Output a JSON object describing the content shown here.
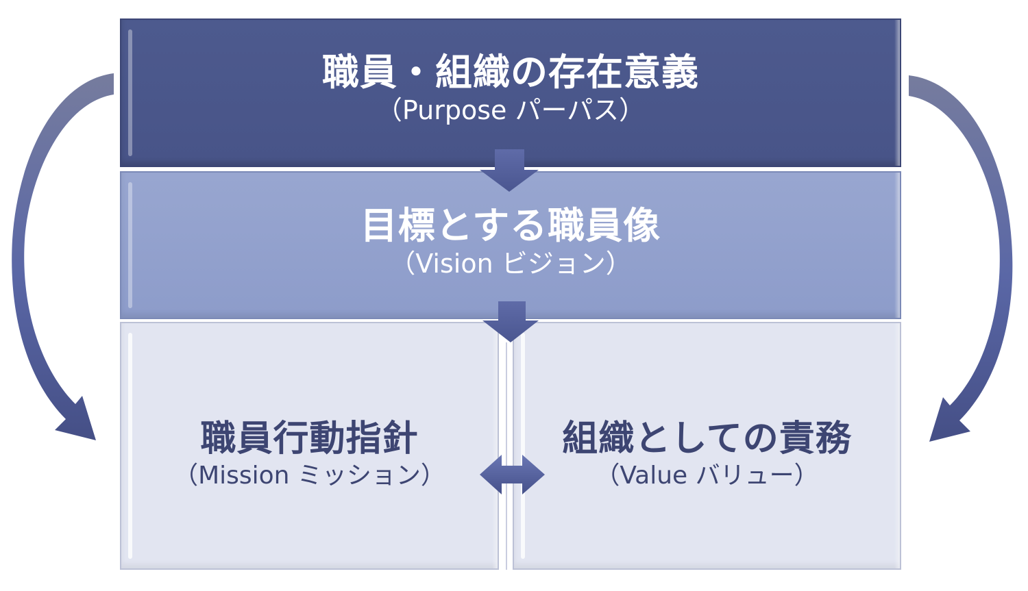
{
  "diagram": {
    "purpose": {
      "title": "職員・組織の存在意義",
      "subtitle": "（Purpose パーパス）"
    },
    "vision": {
      "title": "目標とする職員像",
      "subtitle": "（Vision ビジョン）"
    },
    "mission": {
      "title": "職員行動指針",
      "subtitle": "（Mission ミッション）"
    },
    "value": {
      "title": "組織としての責務",
      "subtitle": "（Value バリュー）"
    },
    "colors": {
      "purpose_bg": "#4b5789",
      "vision_bg": "#93a1cd",
      "lower_bg": "#e2e5f1",
      "arrow": "#4e5a92",
      "lower_text": "#3d4572"
    },
    "connections": [
      {
        "from": "purpose",
        "to": "vision",
        "type": "down-arrow"
      },
      {
        "from": "vision",
        "to": "mission-value",
        "type": "down-arrow"
      },
      {
        "from": "mission",
        "to": "value",
        "type": "double-arrow"
      },
      {
        "from": "purpose",
        "to": "mission",
        "type": "curved-arrow-left"
      },
      {
        "from": "purpose",
        "to": "value",
        "type": "curved-arrow-right"
      }
    ]
  }
}
